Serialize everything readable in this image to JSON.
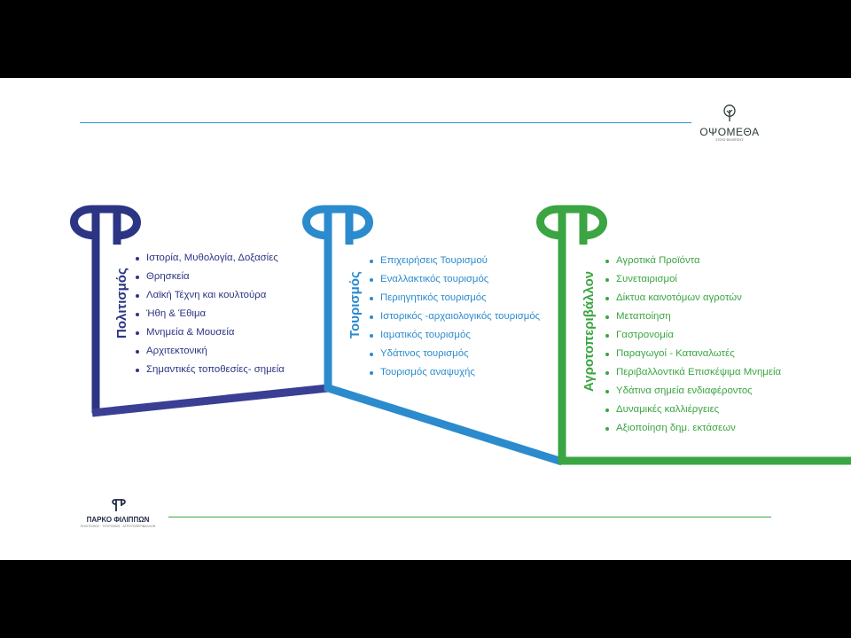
{
  "colors": {
    "culture": "#2c3584",
    "tourism": "#2b8bcd",
    "agro": "#3aa542",
    "top_rule": "#2f8fce",
    "bottom_rule": "#3aa542"
  },
  "brand_top": {
    "name": "ΟΨΟΜΕΘΑ",
    "tagline": "ΣΤΟΥΣ ΦΙΛΙΠΠΟΥΣ"
  },
  "brand_bottom": {
    "name": "ΠΑΡΚΟ ΦΙΛΙΠΠΩΝ",
    "tagline": "ΠΟΛΙΤΙΣΜΟΣ · ΤΟΥΡΙΣΜΟΣ · ΑΓΡΟΤΟΠΕΡΙΒΑΛΛΟΝ"
  },
  "columns": [
    {
      "title": "Πολιτισμός",
      "items": [
        "Ιστορία, Μυθολογία, Δοξασίες",
        "Θρησκεία",
        "Λαϊκή Τέχνη και κουλτούρα",
        "Ήθη & Έθιμα",
        "Μνημεία & Μουσεία",
        "Αρχιτεκτονική",
        "Σημαντικές τοποθεσίες- σημεία"
      ]
    },
    {
      "title": "Τουρισμός",
      "items": [
        "Επιχειρήσεις Τουρισμού",
        "Εναλλακτικός τουρισμός",
        "Περιηγητικός τουρισμός",
        "Ιστορικός -αρχαιολογικός τουρισμός",
        "Ιαματικός τουρισμός",
        "Υδάτινος τουρισμός",
        "Τουρισμός αναψυχής"
      ]
    },
    {
      "title": "Αγροτοπεριβάλλον",
      "items": [
        "Αγροτικά Προϊόντα",
        "Συνεταιρισμοί",
        "Δίκτυα καινοτόμων αγροτών",
        "Μεταποίηση",
        "Γαστρονομία",
        "Παραγωγοί - Καταναλωτές",
        "Περιβαλλοντικά Επισκέψιμα Μνημεία",
        "Υδάτινα σημεία ενδιαφέροντος",
        "Δυναμικές καλλιέργειες",
        "Αξιοποίηση δημ. εκτάσεων"
      ]
    }
  ]
}
